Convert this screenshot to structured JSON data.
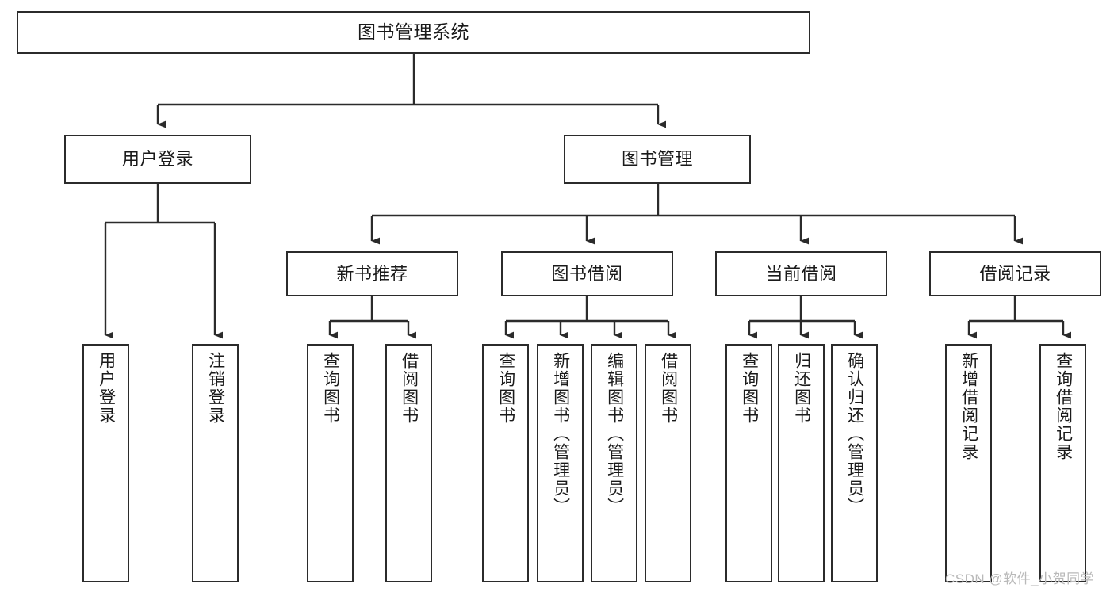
{
  "diagram": {
    "type": "tree-hierarchy-diagram",
    "title": "图书管理系统",
    "line_color": "#2b2b2b",
    "box_fill": "#ffffff",
    "text_color": "#1a1a1a",
    "root": {
      "label": "图书管理系统"
    },
    "level2": [
      {
        "label": "用户登录"
      },
      {
        "label": "图书管理"
      }
    ],
    "level3": [
      {
        "label": "新书推荐"
      },
      {
        "label": "图书借阅"
      },
      {
        "label": "当前借阅"
      },
      {
        "label": "借阅记录"
      }
    ],
    "leaves": {
      "user_login": [
        {
          "label": "用户登录"
        },
        {
          "label": "注销登录"
        }
      ],
      "new_book_recommend": [
        {
          "label": "查询图书"
        },
        {
          "label": "借阅图书"
        }
      ],
      "book_borrow": [
        {
          "label": "查询图书"
        },
        {
          "label": "新增图书（管理员）"
        },
        {
          "label": "编辑图书（管理员）"
        },
        {
          "label": "借阅图书"
        }
      ],
      "current_borrow": [
        {
          "label": "查询图书"
        },
        {
          "label": "归还图书"
        },
        {
          "label": "确认归还（管理员）"
        }
      ],
      "borrow_record": [
        {
          "label": "新增借阅记录"
        },
        {
          "label": "查询借阅记录"
        }
      ]
    }
  },
  "watermark": {
    "text": "CSDN @软件_小贺同学"
  }
}
